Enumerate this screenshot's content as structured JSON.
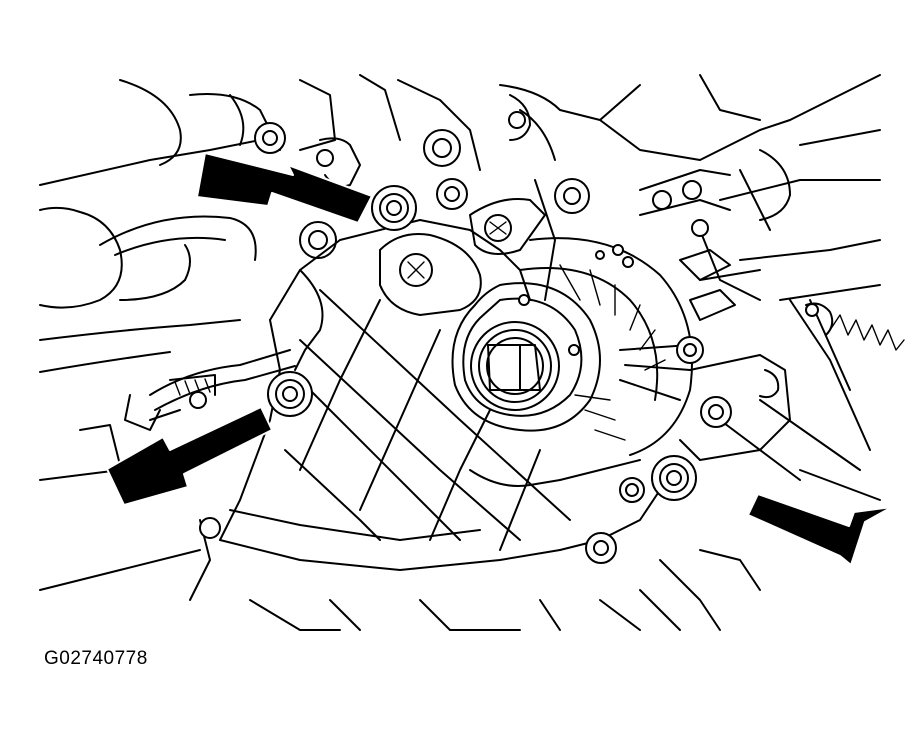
{
  "figure": {
    "code": "G02740778"
  },
  "colors": {
    "line": "#000000",
    "background": "#ffffff",
    "arrow": "#000000"
  },
  "callouts": [
    {
      "name": "arrow-top-left",
      "points_to": "bolt-upper"
    },
    {
      "name": "arrow-left",
      "points_to": "bolt-left"
    },
    {
      "name": "arrow-right",
      "points_to": "bolt-lower-right"
    }
  ]
}
